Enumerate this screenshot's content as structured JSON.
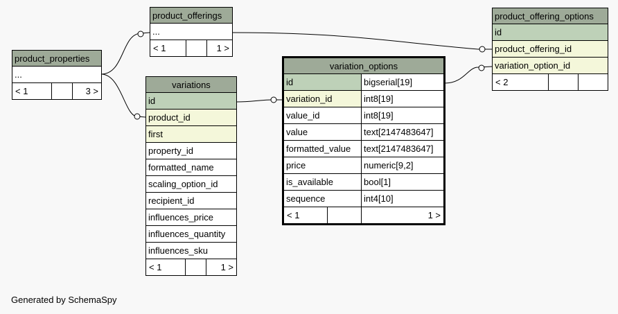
{
  "product_offerings": {
    "name": "product_offerings",
    "rows": [
      "..."
    ],
    "footer": [
      "< 1",
      "",
      "1 >"
    ]
  },
  "product_properties": {
    "name": "product_properties",
    "rows": [
      "..."
    ],
    "footer": [
      "< 1",
      "",
      "3 >"
    ]
  },
  "variations": {
    "name": "variations",
    "columns": [
      "id",
      "product_id",
      "first",
      "property_id",
      "formatted_name",
      "scaling_option_id",
      "recipient_id",
      "influences_price",
      "influences_quantity",
      "influences_sku"
    ],
    "footer": [
      "< 1",
      "",
      "1 >"
    ]
  },
  "variation_options": {
    "name": "variation_options",
    "columns": [
      {
        "name": "id",
        "type": "bigserial[19]"
      },
      {
        "name": "variation_id",
        "type": "int8[19]"
      },
      {
        "name": "value_id",
        "type": "int8[19]"
      },
      {
        "name": "value",
        "type": "text[2147483647]"
      },
      {
        "name": "formatted_value",
        "type": "text[2147483647]"
      },
      {
        "name": "price",
        "type": "numeric[9,2]"
      },
      {
        "name": "is_available",
        "type": "bool[1]"
      },
      {
        "name": "sequence",
        "type": "int4[10]"
      }
    ],
    "footer": [
      "< 1",
      "",
      "1 >"
    ]
  },
  "product_offering_options": {
    "name": "product_offering_options",
    "columns": [
      "id",
      "product_offering_id",
      "variation_option_id"
    ],
    "footer": [
      "< 2",
      "",
      ""
    ]
  },
  "generated_by": "Generated by SchemaSpy",
  "colors": {
    "header": "#9eaa98",
    "primary_key": "#bed1b8",
    "foreign_key": "#f4f7da",
    "background": "#f8f8f8"
  }
}
